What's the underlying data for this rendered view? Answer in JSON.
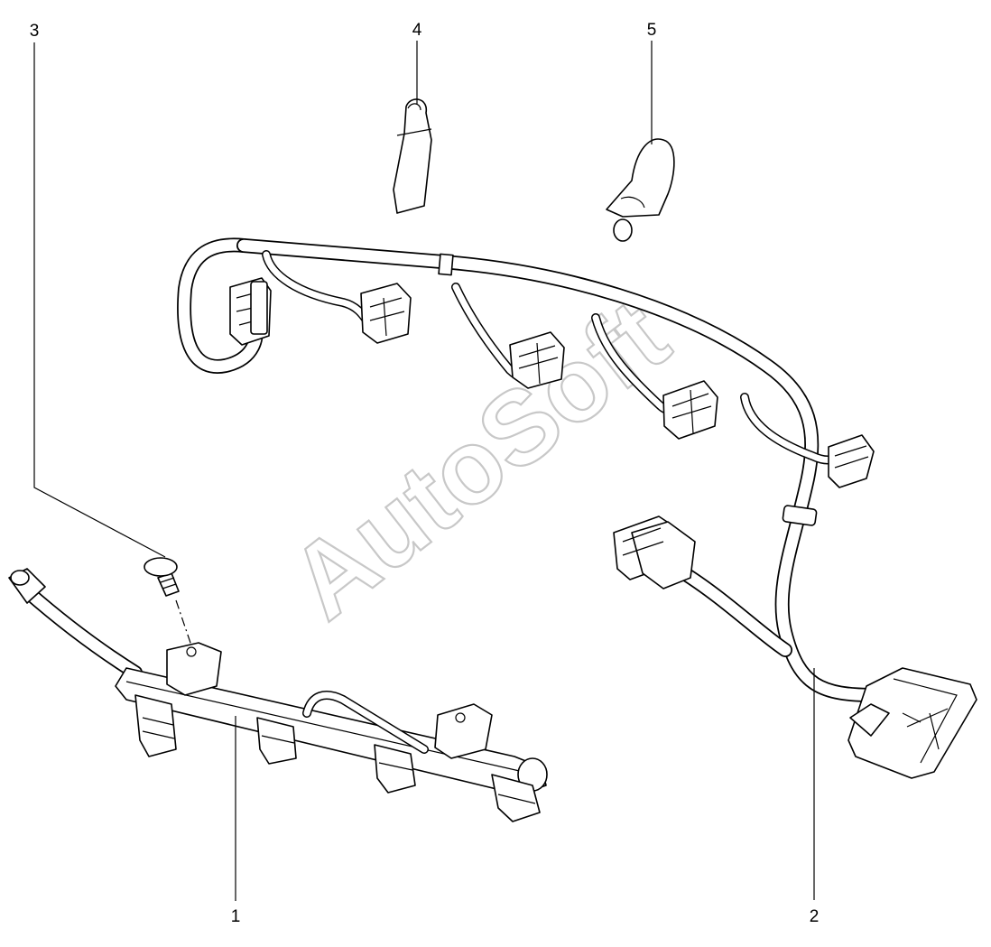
{
  "watermark": "AutoSoft",
  "callouts": [
    {
      "id": "1",
      "label": "1"
    },
    {
      "id": "2",
      "label": "2"
    },
    {
      "id": "3",
      "label": "3"
    },
    {
      "id": "4",
      "label": "4"
    },
    {
      "id": "5",
      "label": "5"
    }
  ]
}
